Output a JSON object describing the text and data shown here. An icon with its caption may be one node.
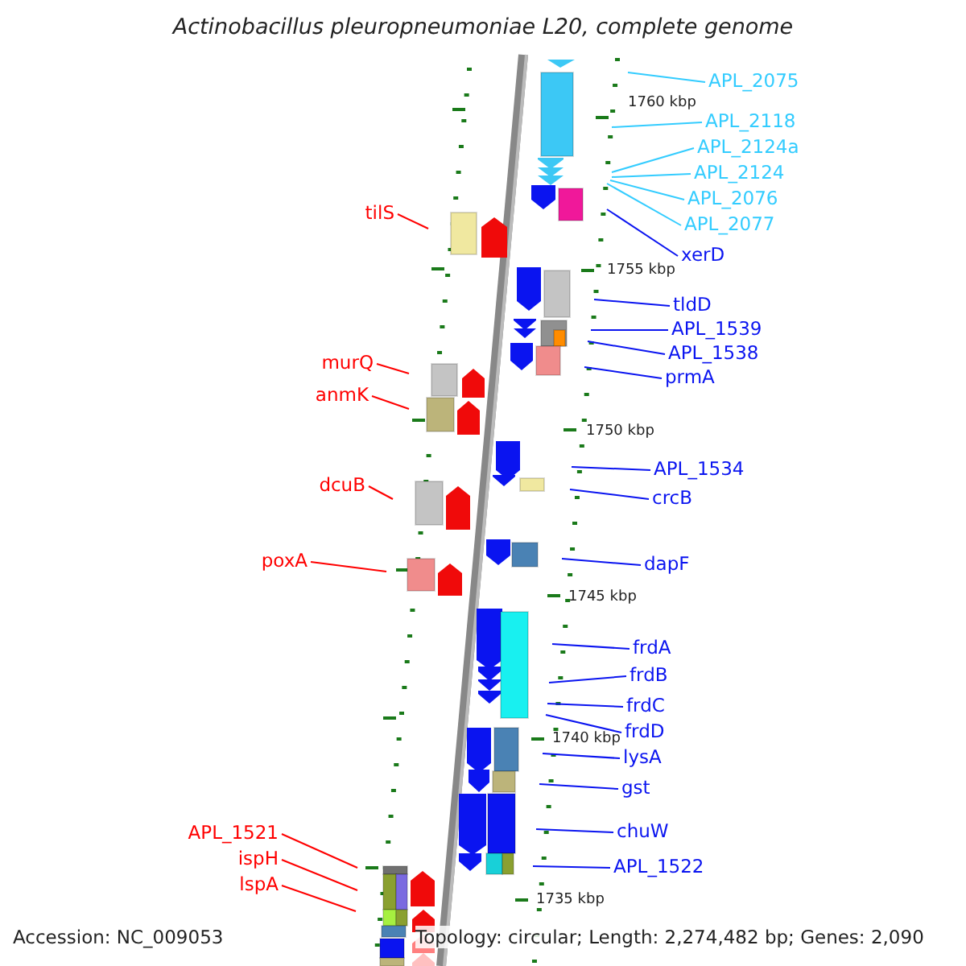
{
  "diagram": {
    "title": "Actinobacillus pleuropneumoniae L20, complete genome",
    "nodes": [
      {
        "text": [
          "APL_2075"
        ]
      },
      {
        "text": [
          "APL_2118"
        ]
      },
      {
        "text": [
          "APL_2124a"
        ]
      },
      {
        "text": [
          "APL_2124"
        ]
      },
      {
        "text": [
          "APL_2076"
        ]
      },
      {
        "text": [
          "APL_2077"
        ]
      },
      {
        "text": [
          "xerD"
        ]
      },
      {
        "text": [
          "tldD"
        ]
      },
      {
        "text": [
          "APL_1539"
        ]
      },
      {
        "text": [
          "APL_1538"
        ]
      },
      {
        "text": [
          "prmA"
        ]
      },
      {
        "text": [
          "APL_1534"
        ]
      },
      {
        "text": [
          "crcB"
        ]
      },
      {
        "text": [
          "dapF"
        ]
      },
      {
        "text": [
          "frdA"
        ]
      },
      {
        "text": [
          "frdB"
        ]
      },
      {
        "text": [
          "frdC"
        ]
      },
      {
        "text": [
          "frdD"
        ]
      },
      {
        "text": [
          "lysA"
        ]
      },
      {
        "text": [
          "gst"
        ]
      },
      {
        "text": [
          "chuW"
        ]
      },
      {
        "text": [
          "APL_1522"
        ]
      },
      {
        "text": [
          "tilS"
        ]
      },
      {
        "text": [
          "murQ"
        ]
      },
      {
        "text": [
          "anmK"
        ]
      },
      {
        "text": [
          "dcuB"
        ]
      },
      {
        "text": [
          "poxA"
        ]
      },
      {
        "text": [
          "APL_1521"
        ]
      },
      {
        "text": [
          "ispH"
        ]
      },
      {
        "text": [
          "lspA"
        ]
      }
    ],
    "edges": [
      {
        "from": 0,
        "to": null,
        "arrow": "none",
        "color": "#33ccff"
      },
      {
        "from": 1,
        "to": null,
        "arrow": "none",
        "color": "#33ccff"
      },
      {
        "from": 2,
        "to": null,
        "arrow": "none",
        "color": "#33ccff"
      },
      {
        "from": 3,
        "to": null,
        "arrow": "none",
        "color": "#33ccff"
      },
      {
        "from": 4,
        "to": null,
        "arrow": "none",
        "color": "#33ccff"
      },
      {
        "from": 5,
        "to": null,
        "arrow": "none",
        "color": "#33ccff"
      },
      {
        "from": 6,
        "to": null,
        "arrow": "none"
      },
      {
        "from": 7,
        "to": null,
        "arrow": "none"
      },
      {
        "from": 8,
        "to": null,
        "arrow": "none"
      },
      {
        "from": 9,
        "to": null,
        "arrow": "none"
      },
      {
        "from": 10,
        "to": null,
        "arrow": "none"
      },
      {
        "from": 11,
        "to": null,
        "arrow": "none"
      },
      {
        "from": 12,
        "to": null,
        "arrow": "none"
      },
      {
        "from": 13,
        "to": null,
        "arrow": "none"
      },
      {
        "from": 14,
        "to": null,
        "arrow": "none"
      },
      {
        "from": 15,
        "to": null,
        "arrow": "none"
      },
      {
        "from": 16,
        "to": null,
        "arrow": "none"
      },
      {
        "from": 17,
        "to": null,
        "arrow": "none"
      },
      {
        "from": 18,
        "to": null,
        "arrow": "none"
      },
      {
        "from": 19,
        "to": null,
        "arrow": "none"
      },
      {
        "from": 20,
        "to": null,
        "arrow": "none"
      },
      {
        "from": 21,
        "to": null,
        "arrow": "none"
      },
      {
        "from": 22,
        "to": null,
        "arrow": "none",
        "color": "#ff0000"
      },
      {
        "from": 23,
        "to": null,
        "arrow": "none",
        "color": "#ff0000"
      },
      {
        "from": 24,
        "to": null,
        "arrow": "none",
        "color": "#ff0000"
      },
      {
        "from": 25,
        "to": null,
        "arrow": "none",
        "color": "#ff0000"
      },
      {
        "from": 26,
        "to": null,
        "arrow": "none",
        "color": "#ff0000"
      },
      {
        "from": 27,
        "to": null,
        "arrow": "none",
        "color": "#ff0000"
      },
      {
        "from": 28,
        "to": null,
        "arrow": "none",
        "color": "#ff0000"
      },
      {
        "from": 29,
        "to": null,
        "arrow": "none",
        "color": "#ff0000"
      }
    ],
    "labels": [
      "1760 kbp",
      "1755 kbp",
      "1750 kbp",
      "1745 kbp",
      "1740 kbp",
      "1735 kbp",
      "Accession: NC_009053",
      "Topology: circular; Length: 2,274,482 bp; Genes: 2,090"
    ]
  }
}
